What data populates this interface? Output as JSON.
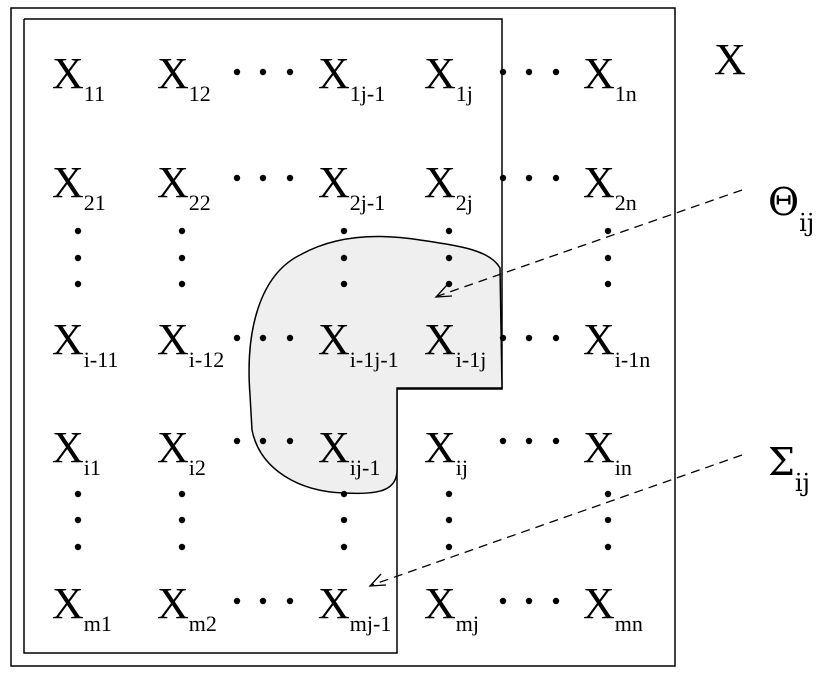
{
  "diagram": {
    "outer_label": "X",
    "theta_label": {
      "symbol": "Θ",
      "sub": "ij"
    },
    "sigma_label": {
      "symbol": "Σ",
      "sub": "ij"
    },
    "cells": [
      [
        {
          "base": "X",
          "sub": "11"
        },
        {
          "base": "X",
          "sub": "12"
        },
        {
          "base": "X",
          "sub": "1j-1"
        },
        {
          "base": "X",
          "sub": "1j"
        },
        {
          "base": "X",
          "sub": "1n"
        }
      ],
      [
        {
          "base": "X",
          "sub": "21"
        },
        {
          "base": "X",
          "sub": "22"
        },
        {
          "base": "X",
          "sub": "2j-1"
        },
        {
          "base": "X",
          "sub": "2j"
        },
        {
          "base": "X",
          "sub": "2n"
        }
      ],
      [
        {
          "base": "X",
          "sub": "i-11"
        },
        {
          "base": "X",
          "sub": "i-12"
        },
        {
          "base": "X",
          "sub": "i-1j-1"
        },
        {
          "base": "X",
          "sub": "i-1j"
        },
        {
          "base": "X",
          "sub": "i-1n"
        }
      ],
      [
        {
          "base": "X",
          "sub": "i1"
        },
        {
          "base": "X",
          "sub": "i2"
        },
        {
          "base": "X",
          "sub": "ij-1"
        },
        {
          "base": "X",
          "sub": "ij"
        },
        {
          "base": "X",
          "sub": "in"
        }
      ],
      [
        {
          "base": "X",
          "sub": "m1"
        },
        {
          "base": "X",
          "sub": "m2"
        },
        {
          "base": "X",
          "sub": "mj-1"
        },
        {
          "base": "X",
          "sub": "mj"
        },
        {
          "base": "X",
          "sub": "mn"
        }
      ]
    ]
  }
}
